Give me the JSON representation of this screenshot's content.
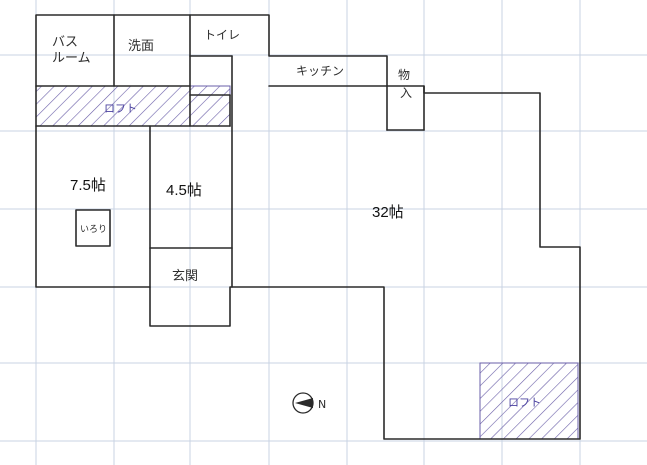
{
  "rooms": {
    "bath_line1": "バス",
    "bath_line2": "ルーム",
    "washroom": "洗面",
    "toilet": "トイレ",
    "kitchen": "キッチン",
    "storage_line1": "物",
    "storage_line2": "入",
    "loft_upper": "ロフト",
    "room_7_5": "7.5帖",
    "irori": "いろり",
    "room_4_5": "4.5帖",
    "room_32": "32帖",
    "entrance": "玄関",
    "loft_lower": "ロフト"
  },
  "compass": {
    "north_mark": "N"
  },
  "colors": {
    "wall": "#2b2b2b",
    "grid": "#c9d3e3",
    "hatch": "#6a5fa8"
  }
}
